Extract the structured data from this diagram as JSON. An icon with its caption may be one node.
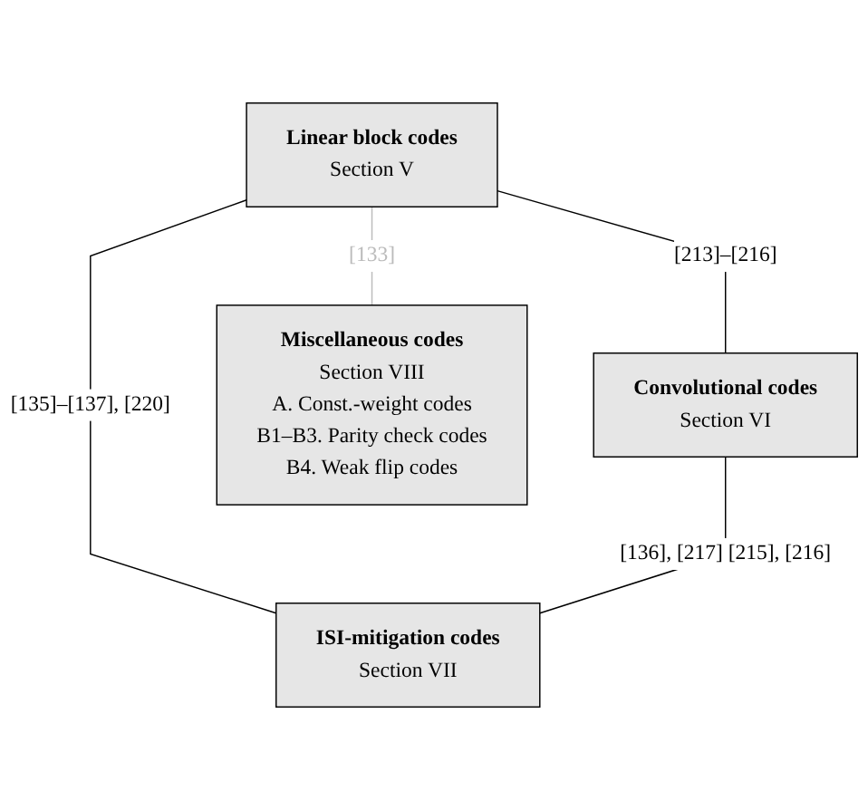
{
  "diagram": {
    "nodes": [
      {
        "text": [
          "Linear block codes",
          "Section V"
        ]
      },
      {
        "text": [
          "Convolutional codes",
          "Section VI"
        ]
      },
      {
        "text": [
          "ISI-mitigation codes",
          "Section VII"
        ]
      },
      {
        "text": [
          "Miscellaneous codes",
          "Section VIII",
          "A. Const.-weight codes",
          "B1–B3. Parity check codes",
          "B4. Weak flip codes"
        ]
      }
    ],
    "edges": [
      {
        "from": 0,
        "to": 1,
        "arrow": "none",
        "label": "[213]–[216]"
      },
      {
        "from": 0,
        "to": 2,
        "arrow": "none",
        "label": "[135]–[137], [220]"
      },
      {
        "from": 1,
        "to": 2,
        "arrow": "none",
        "label": "[136], [217] [215], [216]"
      },
      {
        "from": 0,
        "to": 3,
        "arrow": "none",
        "label": "[133]",
        "color": "#bbbbbb"
      }
    ]
  }
}
